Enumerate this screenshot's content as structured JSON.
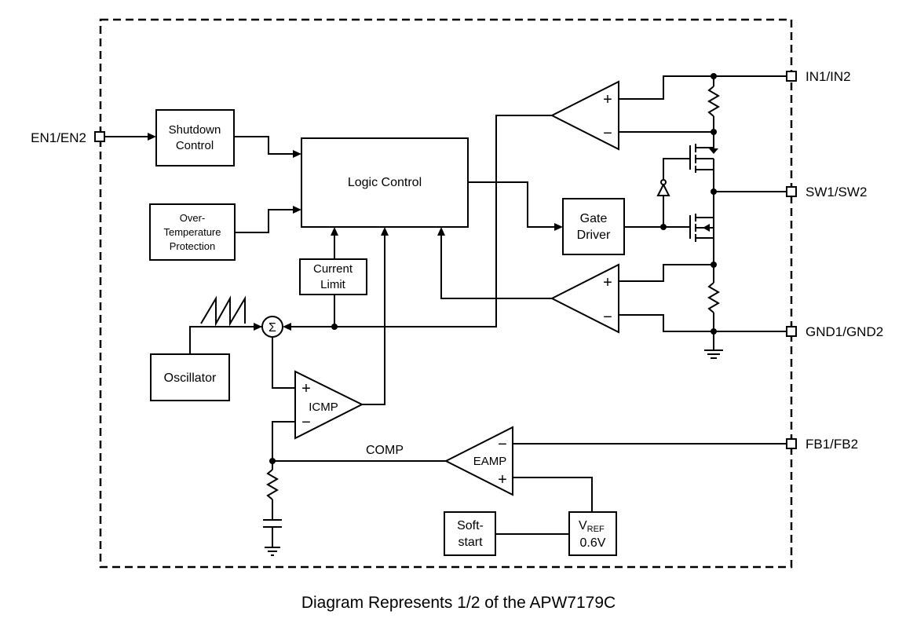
{
  "pins": {
    "en": "EN1/EN2",
    "in": "IN1/IN2",
    "sw": "SW1/SW2",
    "gnd": "GND1/GND2",
    "fb": "FB1/FB2"
  },
  "blocks": {
    "shutdown_l1": "Shutdown",
    "shutdown_l2": "Control",
    "otp_l1": "Over-",
    "otp_l2": "Temperature",
    "otp_l3": "Protection",
    "logic": "Logic Control",
    "current_l1": "Current",
    "current_l2": "Limit",
    "gate_l1": "Gate",
    "gate_l2": "Driver",
    "oscillator": "Oscillator",
    "softstart_l1": "Soft-",
    "softstart_l2": "start",
    "vref_v": "V",
    "vref_sub": "REF",
    "vref_value": "0.6V"
  },
  "amps": {
    "icmp": "ICMP",
    "eamp": "EAMP",
    "plus": "+",
    "minus": "−",
    "sigma": "Σ"
  },
  "nets": {
    "comp": "COMP"
  },
  "caption": "Diagram Represents 1/2 of the APW7179C",
  "colors": {
    "line": "#000000",
    "background": "#ffffff"
  }
}
